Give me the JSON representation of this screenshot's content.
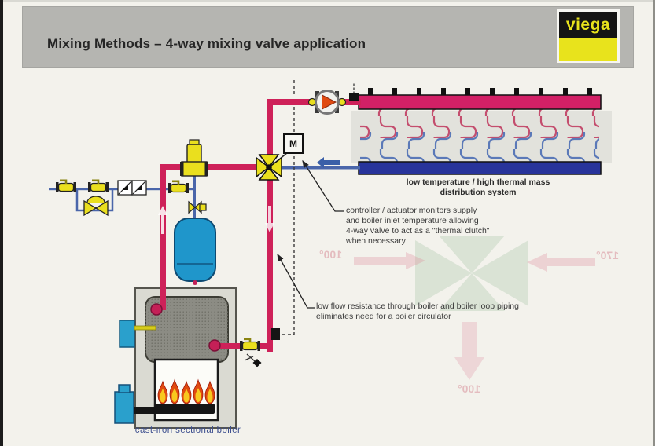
{
  "header": {
    "title": "Mixing Methods – 4-way mixing valve application",
    "logo_text": "viega"
  },
  "diagram": {
    "labels": {
      "actuator_label": "M",
      "distribution_line1": "low temperature / high thermal mass",
      "distribution_line2": "distribution system",
      "controller_note_line1": "controller / actuator monitors supply",
      "controller_note_line2": "and  boiler inlet temperature allowing",
      "controller_note_line3": "4-way valve to act as a \"thermal clutch\"",
      "controller_note_line4": "when necessary",
      "low_flow_note_line1": "low flow resistance through boiler and boiler loop piping",
      "low_flow_note_line2": "eliminates need for a boiler circulator",
      "boiler_caption": "cast-iron sectional boiler"
    },
    "watermark": {
      "temp_left": "100°",
      "temp_right": "170°",
      "temp_bottom": "100°"
    },
    "colors": {
      "supply_pipe": "#ce2159",
      "return_pipe": "#4a66aa",
      "manifold_supply": "#d22066",
      "manifold_return": "#28349b",
      "component_yellow": "#eadf1e",
      "tank_blue": "#1f96cb",
      "flame_orange": "#e04a10",
      "flame_yellow": "#f8c81e"
    }
  }
}
